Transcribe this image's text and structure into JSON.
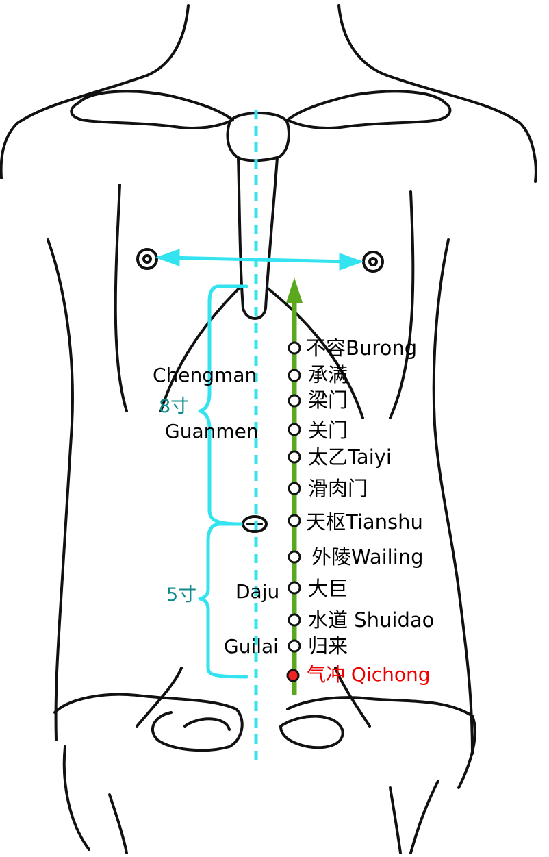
{
  "points": [
    {
      "zh": "不容",
      "en": "Burong"
    },
    {
      "zh": "承满",
      "en": ""
    },
    {
      "zh": "梁门",
      "en": ""
    },
    {
      "zh": "关门",
      "en": ""
    },
    {
      "zh": "太乙",
      "en": "Taiyi"
    },
    {
      "zh": "滑肉门",
      "en": ""
    },
    {
      "zh": "天枢",
      "en": "Tianshu"
    },
    {
      "zh": "外陵",
      "en": "Wailing"
    },
    {
      "zh": "大巨",
      "en": ""
    },
    {
      "zh": "水道",
      "en": "Shuidao"
    },
    {
      "zh": "归来",
      "en": ""
    }
  ],
  "highlight": {
    "zh": "气冲",
    "en": "Qichong",
    "color": "#ee0000"
  },
  "left_labels": {
    "chengman": "Chengman",
    "guanmen": "Guanmen",
    "daju": "Daju",
    "guilai": "Guilai"
  },
  "measurements": {
    "upper": "8寸",
    "lower": "5寸",
    "color": "#0f8a8a"
  },
  "colors": {
    "midline": "#33e3f0",
    "meridian": "#5aa81e",
    "outline": "#111111"
  }
}
